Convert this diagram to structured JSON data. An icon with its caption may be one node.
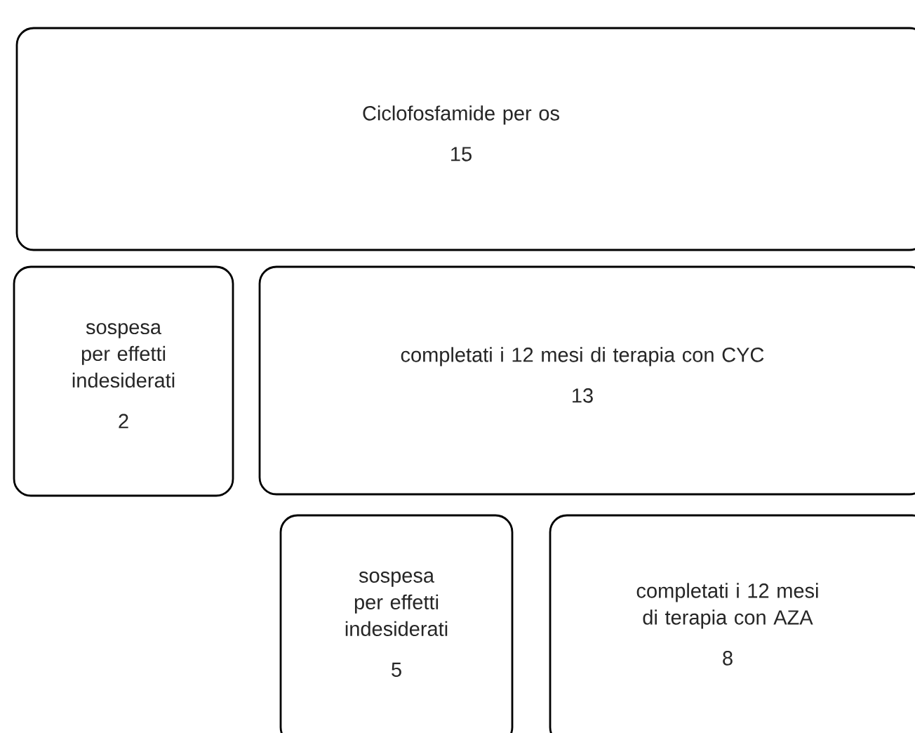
{
  "diagram": {
    "nodes": [
      {
        "text": [
          "Ciclofosfamide per os",
          "15"
        ]
      },
      {
        "text": [
          "sospesa per effetti indesiderati",
          "2"
        ]
      },
      {
        "text": [
          "completati i 12 mesi di terapia con CYC",
          "13"
        ]
      },
      {
        "text": [
          "sospesa per effetti indesiderati",
          "5"
        ]
      },
      {
        "text": [
          "completati i 12 mesi di terapia con AZA",
          "8"
        ]
      }
    ]
  }
}
